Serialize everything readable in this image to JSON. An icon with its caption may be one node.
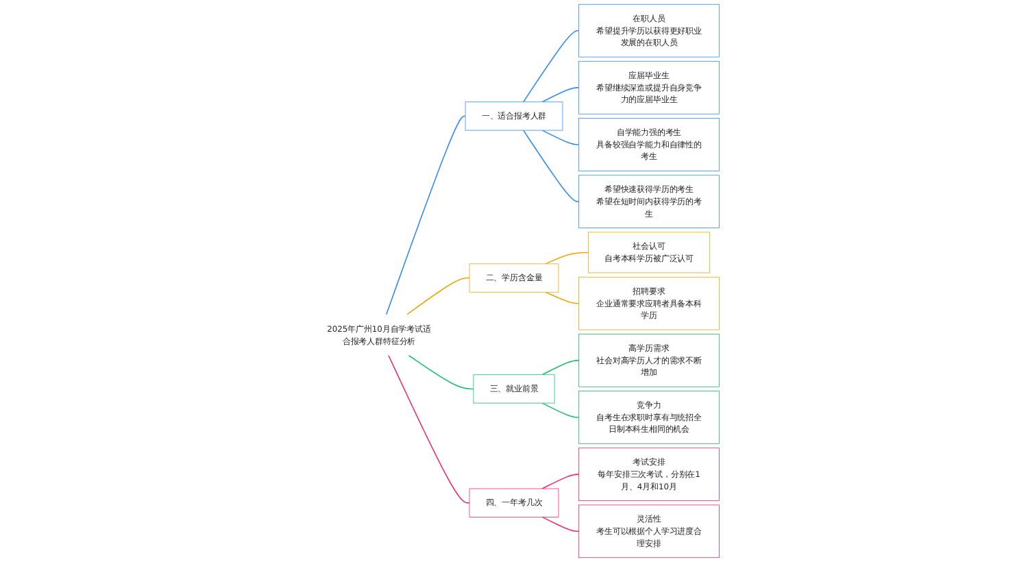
{
  "diagram": {
    "nodes": [
      {
        "text": [
          "2025年广州10月自学考试适合报考人群特征分析"
        ]
      },
      {
        "text": [
          "一、适合报考人群"
        ]
      },
      {
        "text": [
          "在职人员",
          "希望提升学历以获得更好职业发展的在职人员"
        ]
      },
      {
        "text": [
          "应届毕业生",
          "希望继续深造或提升自身竞争力的应届毕业生"
        ]
      },
      {
        "text": [
          "自学能力强的考生",
          "具备较强自学能力和自律性的考生"
        ]
      },
      {
        "text": [
          "希望快速获得学历的考生",
          "希望在短时间内获得学历的考生"
        ]
      },
      {
        "text": [
          "二、学历含金量"
        ]
      },
      {
        "text": [
          "社会认可",
          "自考本科学历被广泛认可"
        ]
      },
      {
        "text": [
          "招聘要求",
          "企业通常要求应聘者具备本科学历"
        ]
      },
      {
        "text": [
          "三、就业前景"
        ]
      },
      {
        "text": [
          "高学历需求",
          "社会对高学历人才的需求不断增加"
        ]
      },
      {
        "text": [
          "竞争力",
          "自考生在求职时享有与统招全日制本科生相同的机会"
        ]
      },
      {
        "text": [
          "四、一年考几次"
        ]
      },
      {
        "text": [
          "考试安排",
          "每年安排三次考试，分别在1月、4月和10月"
        ]
      },
      {
        "text": [
          "灵活性",
          "考生可以根据个人学习进度合理安排"
        ]
      }
    ],
    "edges": [
      {
        "from": 0,
        "to": 1,
        "arrow": "none",
        "color": "#2f8cf4"
      },
      {
        "from": 1,
        "to": 2,
        "arrow": "none",
        "color": "#2f8cf4"
      },
      {
        "from": 1,
        "to": 3,
        "arrow": "none",
        "color": "#2f8cf4"
      },
      {
        "from": 1,
        "to": 4,
        "arrow": "none",
        "color": "#2f8cf4"
      },
      {
        "from": 1,
        "to": 5,
        "arrow": "none",
        "color": "#2f8cf4"
      },
      {
        "from": 0,
        "to": 6,
        "arrow": "none",
        "color": "#f0a500"
      },
      {
        "from": 6,
        "to": 7,
        "arrow": "none",
        "color": "#f0a500"
      },
      {
        "from": 6,
        "to": 8,
        "arrow": "none",
        "color": "#f0a500"
      },
      {
        "from": 0,
        "to": 9,
        "arrow": "none",
        "color": "#16c26a"
      },
      {
        "from": 9,
        "to": 10,
        "arrow": "none",
        "color": "#16c26a"
      },
      {
        "from": 9,
        "to": 11,
        "arrow": "none",
        "color": "#16c26a"
      },
      {
        "from": 0,
        "to": 12,
        "arrow": "none",
        "color": "#f2246e"
      },
      {
        "from": 12,
        "to": 13,
        "arrow": "none",
        "color": "#f2246e"
      },
      {
        "from": 12,
        "to": 14,
        "arrow": "none",
        "color": "#f2246e"
      }
    ]
  }
}
